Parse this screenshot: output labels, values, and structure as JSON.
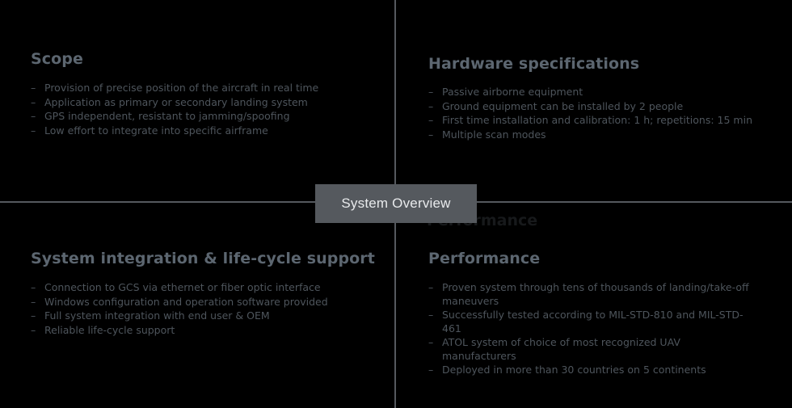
{
  "slide": {
    "background_color": "#000000",
    "divider_color": "#55595e",
    "heading_color": "#5c6670",
    "body_color": "#4e555c",
    "badge_color": "#55595e",
    "badge_text_color": "#e8eaec"
  },
  "center_badge": {
    "label": "System Overview"
  },
  "occluded_heading": {
    "text": "Performance"
  },
  "quadrants": {
    "top_left": {
      "title": "Scope",
      "bullet_marker": "–",
      "items": [
        "Provision of precise position of the aircraft in real time",
        "Application as primary or secondary landing system",
        "GPS independent, resistant to jamming/spoofing",
        "Low effort to integrate into specific airframe"
      ]
    },
    "top_right": {
      "title": "Hardware specifications",
      "bullet_marker": "–",
      "items": [
        "Passive airborne equipment",
        "Ground equipment can be installed by 2 people",
        "First time installation and calibration: 1 h; repetitions: 15 min",
        "Multiple scan modes"
      ]
    },
    "bottom_left": {
      "title": "System integration & life-cycle support",
      "bullet_marker": "–",
      "items": [
        "Connection to GCS via ethernet or fiber optic interface",
        "Windows configuration and operation software provided",
        "Full system integration with end user & OEM",
        "Reliable life-cycle support"
      ]
    },
    "bottom_right": {
      "title": "Performance",
      "bullet_marker": "–",
      "items": [
        "Proven system through tens of thousands of landing/take-off maneuvers",
        "Successfully tested according to MIL-STD-810 and MIL-STD-461",
        "ATOL system of choice of most recognized UAV manufacturers",
        "Deployed in more than 30 countries on 5 continents"
      ]
    }
  }
}
